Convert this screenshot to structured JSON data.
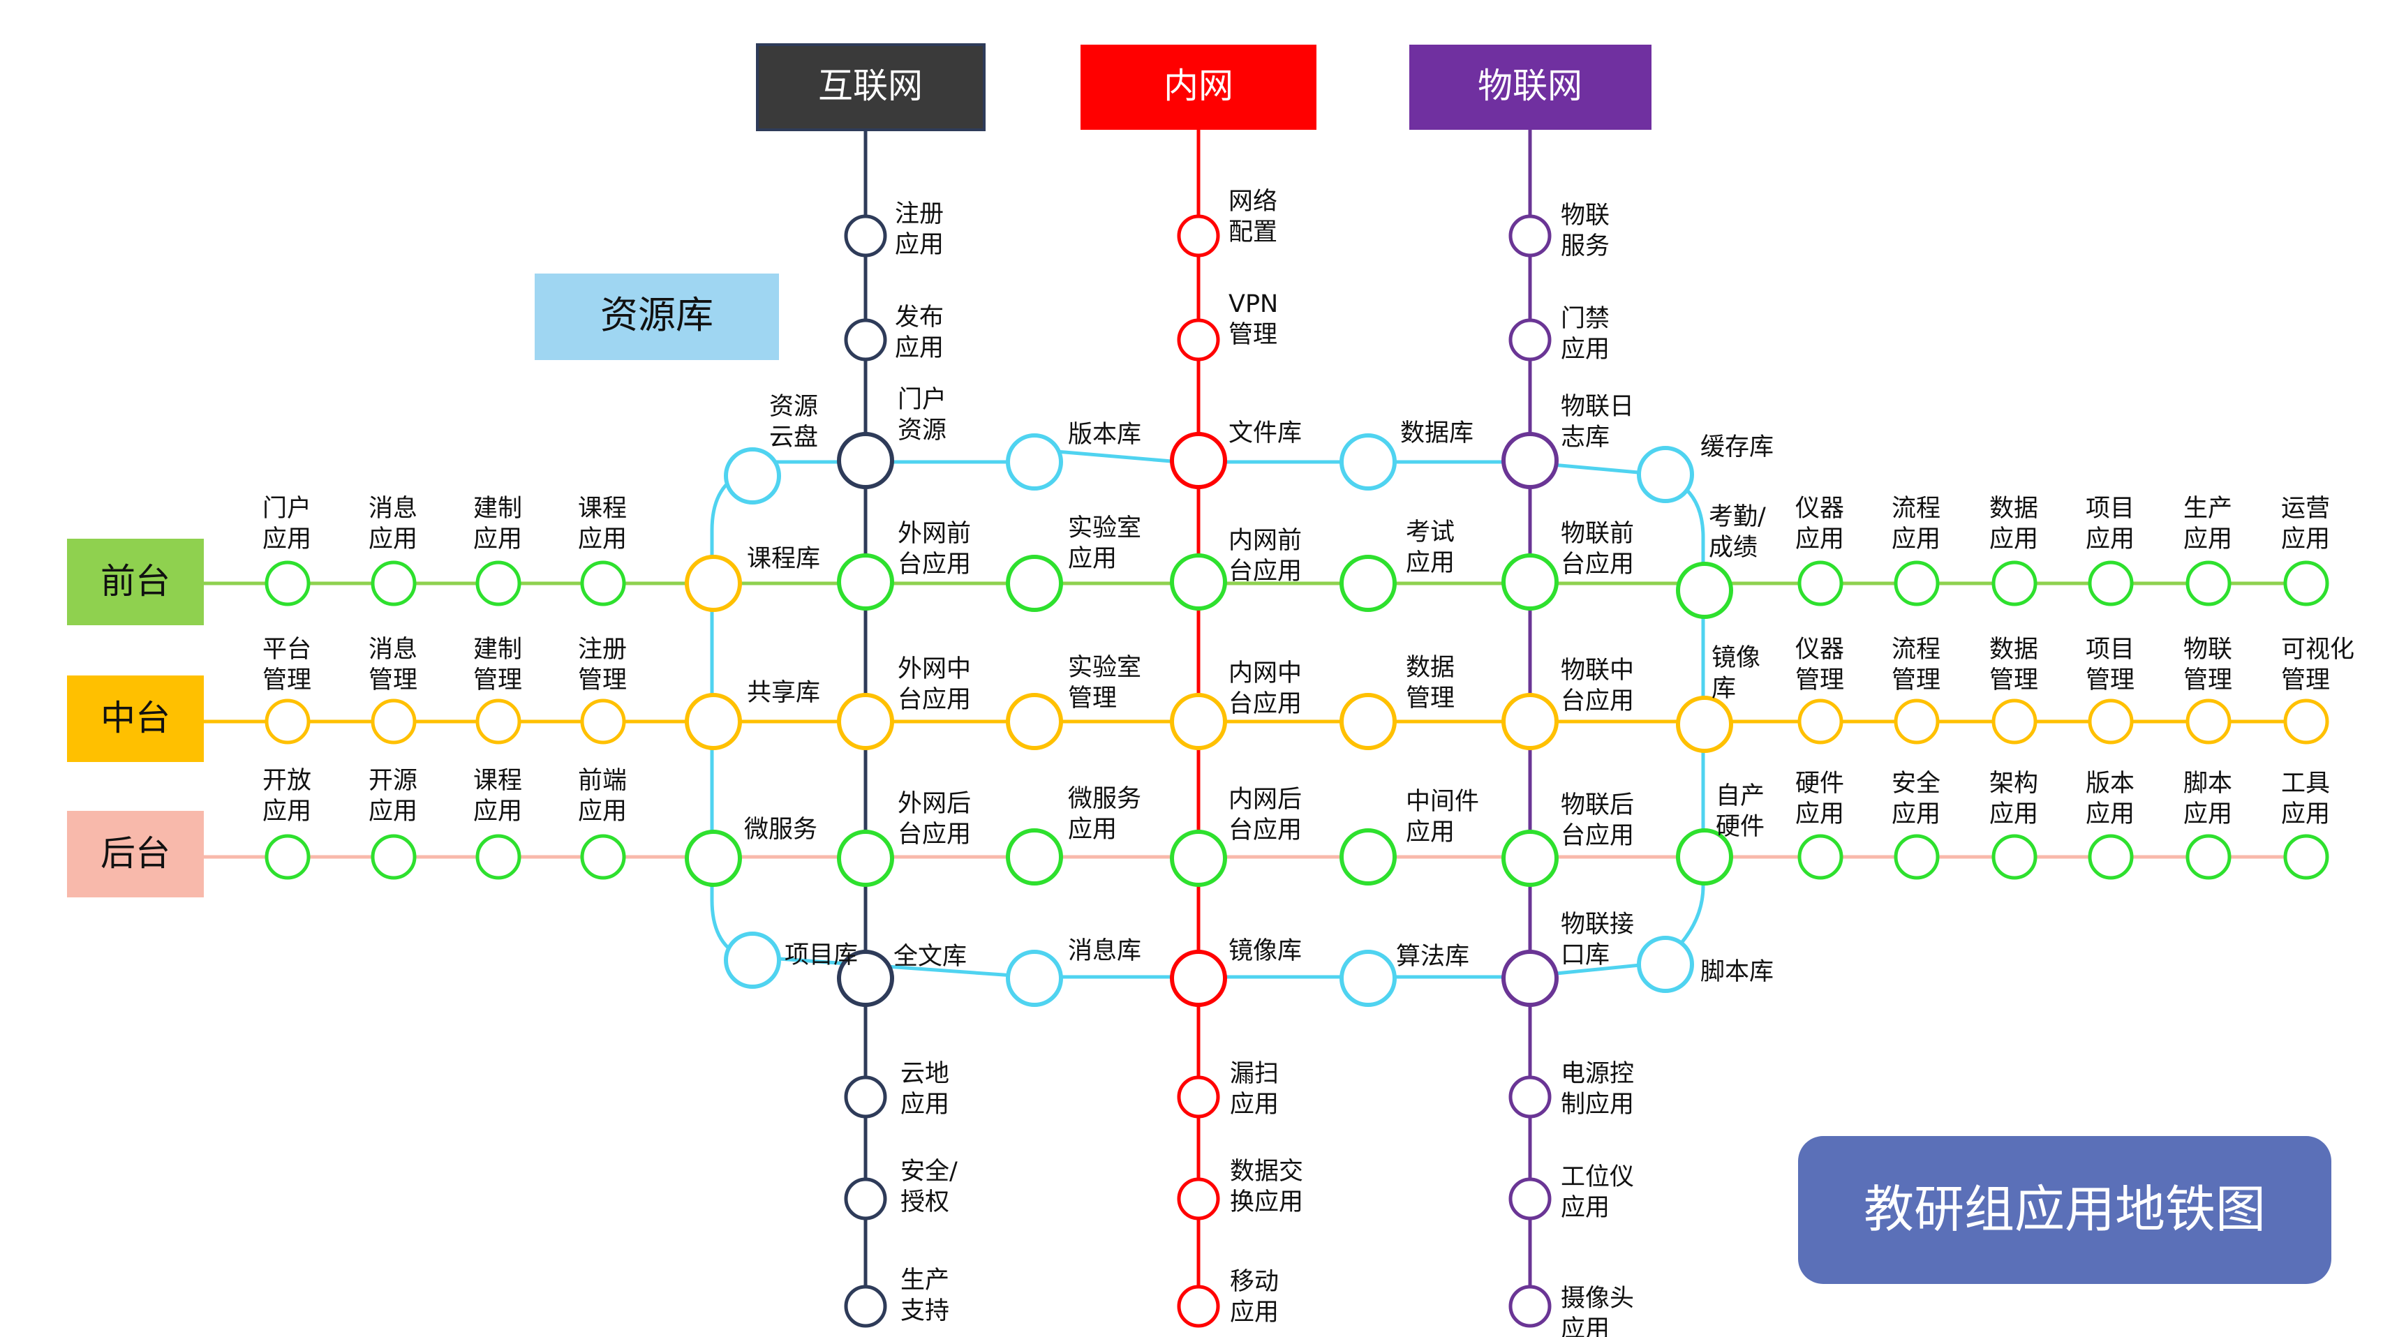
{
  "title": "教研组应用地铁图",
  "resource_box": "资源库",
  "colors": {
    "internet": "#3a3a3a",
    "intranet": "#ff0000",
    "iot": "#7030a0",
    "ring": "#4fd3f0",
    "front": "#8fd14f",
    "middle": "#ffc000",
    "back": "#f8b9ab",
    "green_station": "#2ee02e",
    "internet_line": "#2e3b59",
    "iot_line": "#6a3595",
    "title_bg": "#5b70b8",
    "resource_bg": "#9fd6f2"
  },
  "top_boxes": {
    "internet": "互联网",
    "intranet": "内网",
    "iot": "物联网"
  },
  "row_labels": {
    "front": "前台",
    "middle": "中台",
    "back": "后台"
  },
  "stations": {
    "internet_line": {
      "register": "注册\n应用",
      "publish": "发布\n应用",
      "portal": "门户\n资源",
      "ext_front": "外网前\n台应用",
      "ext_middle": "外网中\n台应用",
      "ext_back": "外网后\n台应用",
      "fulltext": "全文库",
      "cloud": "云地\n应用",
      "security": "安全/\n授权",
      "production": "生产\n支持"
    },
    "intranet_line": {
      "network": "网络\n配置",
      "vpn": "VPN\n管理",
      "filelib": "文件库",
      "int_front": "内网前\n台应用",
      "int_middle": "内网中\n台应用",
      "int_back": "内网后\n台应用",
      "mirror": "镜像库",
      "leakscan": "漏扫\n应用",
      "exchange": "数据交\n换应用",
      "mobile": "移动\n应用"
    },
    "iot_line": {
      "iot_service": "物联\n服务",
      "door": "门禁\n应用",
      "iot_log": "物联日\n志库",
      "iot_front": "物联前\n台应用",
      "iot_middle": "物联中\n台应用",
      "iot_back": "物联后\n台应用",
      "iot_port": "物联接\n口库",
      "power": "电源控\n制应用",
      "station_meter": "工位仪\n应用",
      "camera": "摄像头\n应用"
    },
    "ring": {
      "cloud_disk": "资源\n云盘",
      "version_lib": "版本库",
      "data_lib": "数据库",
      "cache_lib": "缓存库",
      "course_lib": "课程库",
      "shared_lib": "共享库",
      "microservice": "微服务",
      "project_lib": "项目库",
      "message_lib": "消息库",
      "algorithm_lib": "算法库",
      "script_lib": "脚本库",
      "attendance": "考勤/\n成绩",
      "image_lib": "镜像\n库",
      "own_hardware": "自产\n硬件"
    },
    "front_row": {
      "left": [
        "门户\n应用",
        "消息\n应用",
        "建制\n应用",
        "课程\n应用"
      ],
      "lab": "实验室\n应用",
      "exam": "考试\n应用",
      "right": [
        "仪器\n应用",
        "流程\n应用",
        "数据\n应用",
        "项目\n应用",
        "生产\n应用",
        "运营\n应用"
      ]
    },
    "middle_row": {
      "left": [
        "平台\n管理",
        "消息\n管理",
        "建制\n管理",
        "注册\n管理"
      ],
      "lab": "实验室\n管理",
      "data": "数据\n管理",
      "right": [
        "仪器\n管理",
        "流程\n管理",
        "数据\n管理",
        "项目\n管理",
        "物联\n管理",
        "可视化\n管理"
      ]
    },
    "back_row": {
      "left": [
        "开放\n应用",
        "开源\n应用",
        "课程\n应用",
        "前端\n应用"
      ],
      "micro": "微服务\n应用",
      "middleware": "中间件\n应用",
      "right": [
        "硬件\n应用",
        "安全\n应用",
        "架构\n应用",
        "版本\n应用",
        "脚本\n应用",
        "工具\n应用"
      ]
    }
  }
}
